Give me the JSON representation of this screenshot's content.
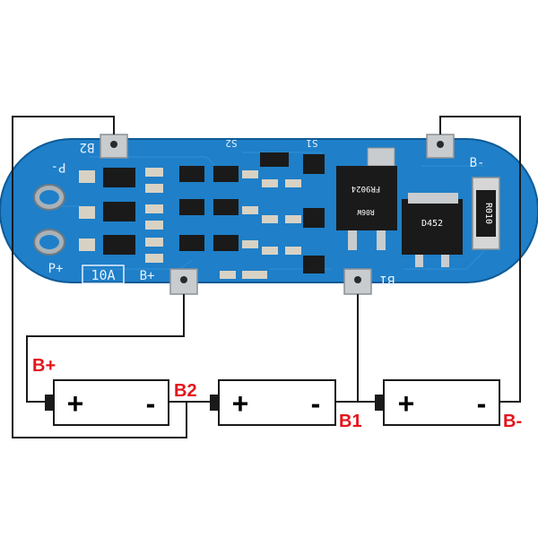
{
  "board": {
    "silkscreen": {
      "b2": "B2",
      "p_minus": "P-",
      "p_plus": "P+",
      "current": "10A",
      "b_plus": "B+",
      "s2": "S2",
      "s1": "S1",
      "b_minus": "B-",
      "b1": "B1"
    },
    "components": {
      "mosfet_top": "FR9024",
      "mosfet_top_code": "R06W",
      "mosfet_bottom": "D452",
      "shunt": "R010"
    },
    "colors": {
      "pcb": "#1f7fc8",
      "pcb_dark": "#12609f",
      "pad": "#c9ccce",
      "chip": "#1a1a1a"
    }
  },
  "terminals": {
    "b_plus": "B+",
    "b2": "B2",
    "b1": "B1",
    "b_minus": "B-"
  },
  "cells": [
    {
      "plus": "+",
      "minus": "-"
    },
    {
      "plus": "+",
      "minus": "-"
    },
    {
      "plus": "+",
      "minus": "-"
    }
  ],
  "colors": {
    "label": "#e4141a",
    "wire": "#1a1a1a"
  }
}
